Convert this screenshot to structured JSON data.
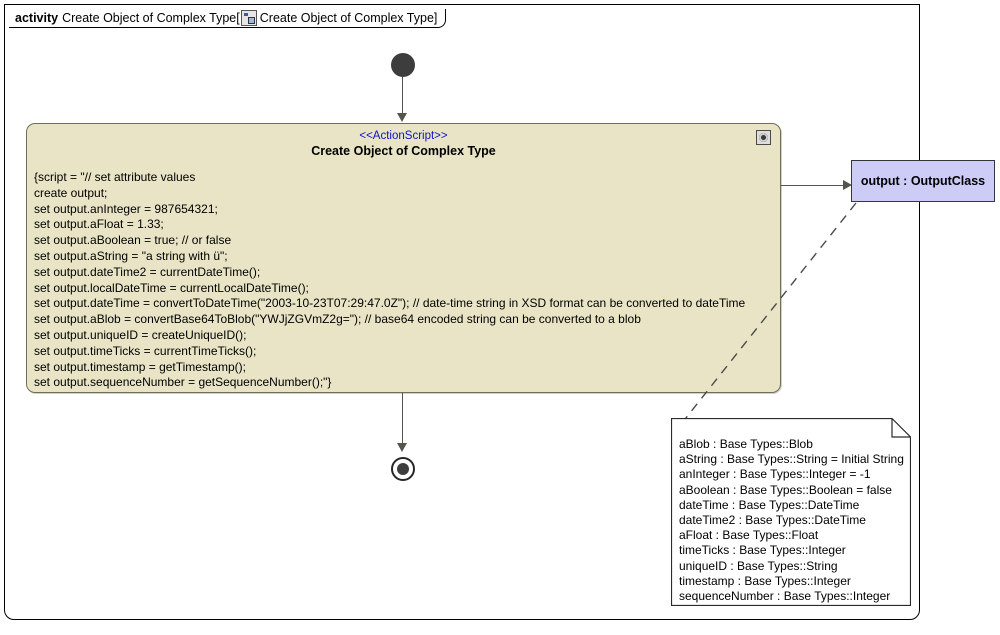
{
  "frame": {
    "keyword": "activity",
    "name": "Create Object of Complex Type",
    "bracket_open": "[",
    "diagram_icon": "activity-diagram-icon",
    "diagram_name": "Create Object of Complex Type",
    "bracket_close": "]"
  },
  "action_node": {
    "stereotype": "<<ActionScript>>",
    "title": "Create Object of Complex Type",
    "badge_icon": "script-gear-icon",
    "script_lines": [
      "{script = \"// set attribute values",
      "create output;",
      "set output.anInteger = 987654321;",
      "set output.aFloat = 1.33;",
      "set output.aBoolean = true; // or false",
      "set output.aString = \"a string with ü\";",
      "set output.dateTime2 = currentDateTime();",
      "set output.localDateTime = currentLocalDateTime();",
      "set output.dateTime = convertToDateTime(\"2003-10-23T07:29:47.0Z\"); // date-time string in XSD format can be converted to dateTime",
      "set output.aBlob = convertBase64ToBlob(\"YWJjZGVmZ2g=\"); // base64 encoded string can be converted to a blob",
      "set output.uniqueID = createUniqueID();",
      "set output.timeTicks = currentTimeTicks();",
      "set output.timestamp = getTimestamp();",
      "set output.sequenceNumber = getSequenceNumber();\"}"
    ]
  },
  "output_object": {
    "label": "output : OutputClass"
  },
  "note": {
    "lines": [
      "aBlob : Base Types::Blob",
      "aString : Base Types::String = Initial String",
      "anInteger : Base Types::Integer = -1",
      "aBoolean : Base Types::Boolean = false",
      "dateTime : Base Types::DateTime",
      "dateTime2 : Base Types::DateTime",
      "aFloat : Base Types::Float",
      "timeTicks : Base Types::Integer",
      "uniqueID : Base Types::String",
      "timestamp : Base Types::Integer",
      "sequenceNumber : Base Types::Integer"
    ]
  },
  "nodes": {
    "initial_name": "initial-node",
    "final_name": "activity-final-node"
  },
  "colors": {
    "action_fill": "#e8e4c5",
    "object_fill": "#ccccf6",
    "stereotype_text": "#1111cc",
    "edge": "#55554d"
  }
}
